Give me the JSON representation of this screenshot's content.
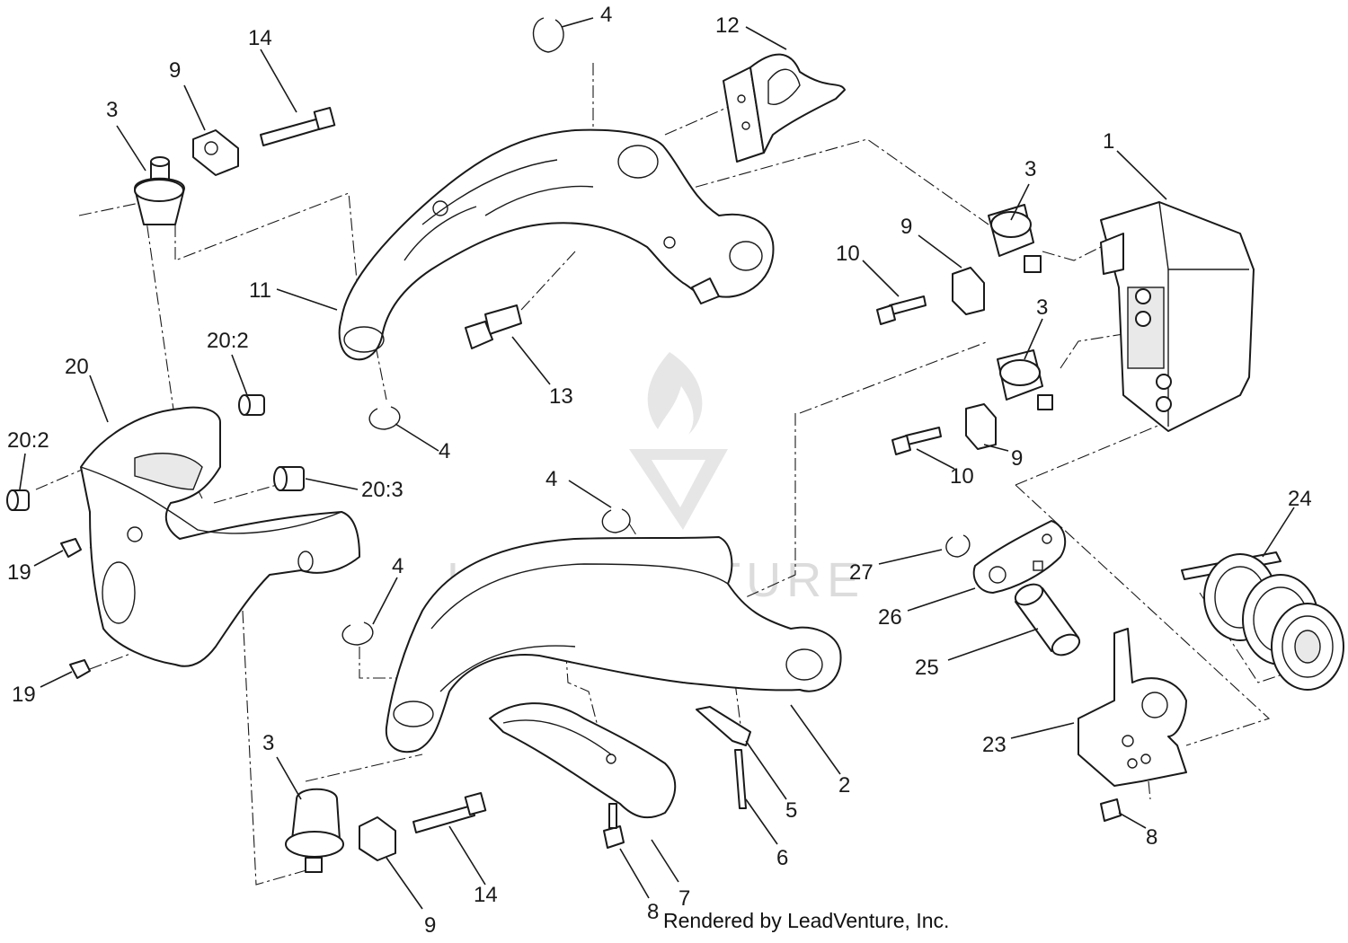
{
  "footer": "Rendered by LeadVenture, Inc.",
  "watermark": {
    "wordmark": "LEADVENTURE",
    "color": "#d9d9d9"
  },
  "callouts": [
    "1",
    "2",
    "3",
    "3",
    "3",
    "3",
    "4",
    "4",
    "4",
    "4",
    "5",
    "6",
    "7",
    "8",
    "8",
    "9",
    "9",
    "9",
    "9",
    "10",
    "10",
    "11",
    "12",
    "13",
    "14",
    "14",
    "19",
    "19",
    "20",
    "20:2",
    "20:2",
    "20:3",
    "23",
    "24",
    "25",
    "26",
    "27"
  ]
}
